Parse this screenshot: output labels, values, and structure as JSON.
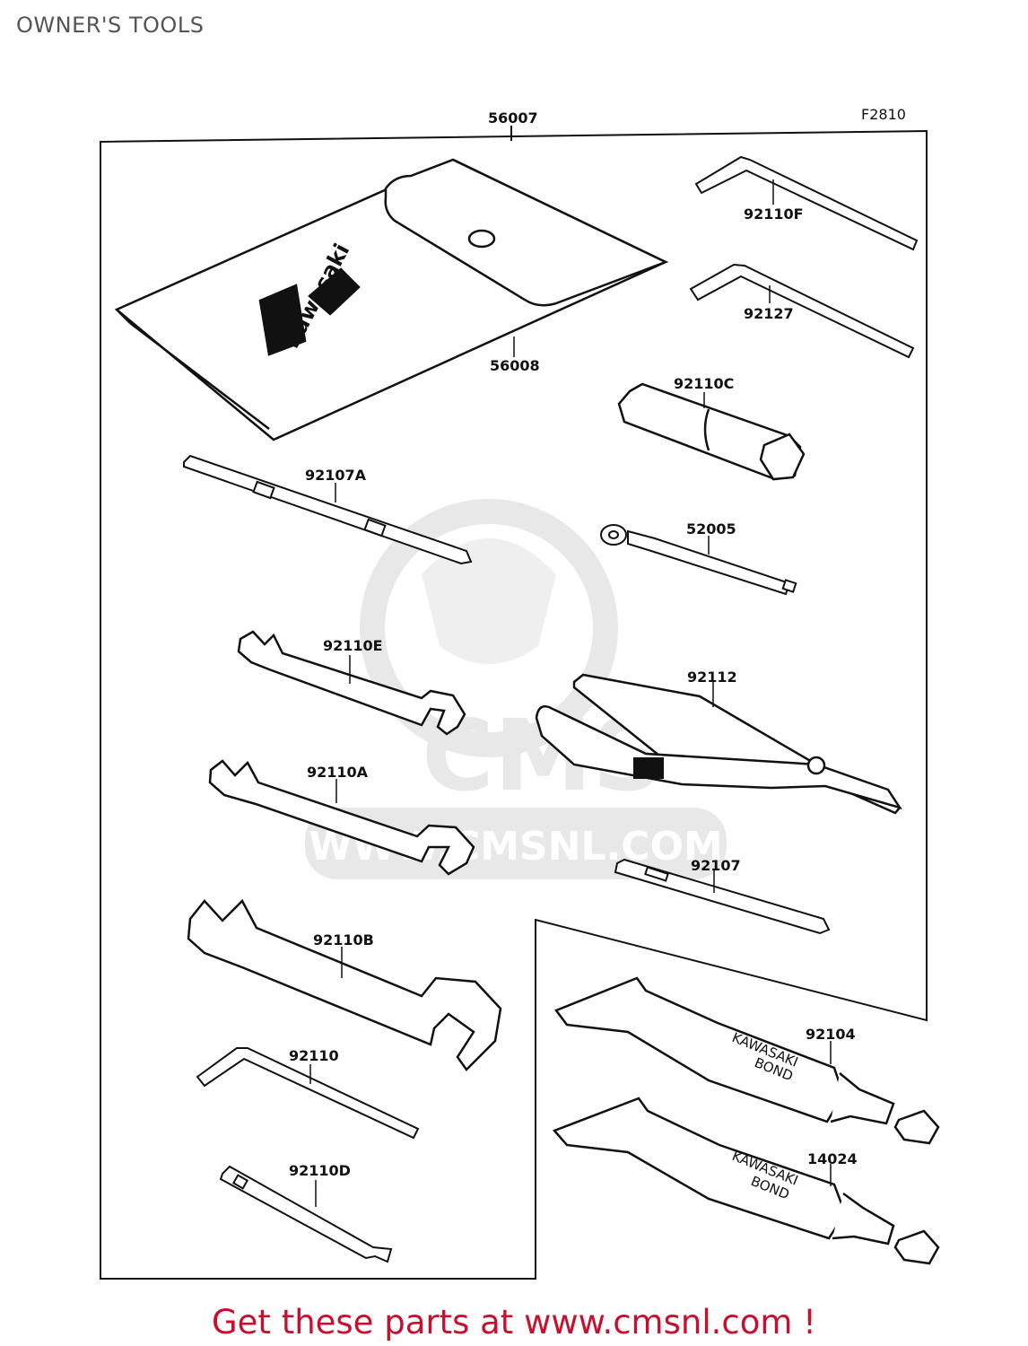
{
  "title": "OWNER'S TOOLS",
  "figure_code": "F2810",
  "footer": "Get these parts at www.cmsnl.com !",
  "watermark": {
    "brand": "CMS",
    "url": "WWW.CMSNL.COM"
  },
  "pouch_logo": "Kawasaki",
  "tube_text": [
    "KAWASAKI",
    "BOND"
  ],
  "parts": {
    "p56007": "56007",
    "p56008": "56008",
    "p92110F": "92110F",
    "p92127": "92127",
    "p92110C": "92110C",
    "p92107A": "92107A",
    "p52005": "52005",
    "p92110E": "92110E",
    "p92112": "92112",
    "p92110A": "92110A",
    "p92107": "92107",
    "p92110B": "92110B",
    "p92104": "92104",
    "p92110": "92110",
    "p14024": "14024",
    "p92110D": "92110D"
  },
  "colors": {
    "footer": "#c8102e",
    "title": "#555555",
    "line": "#111111",
    "watermark": "#d6d6d6"
  }
}
